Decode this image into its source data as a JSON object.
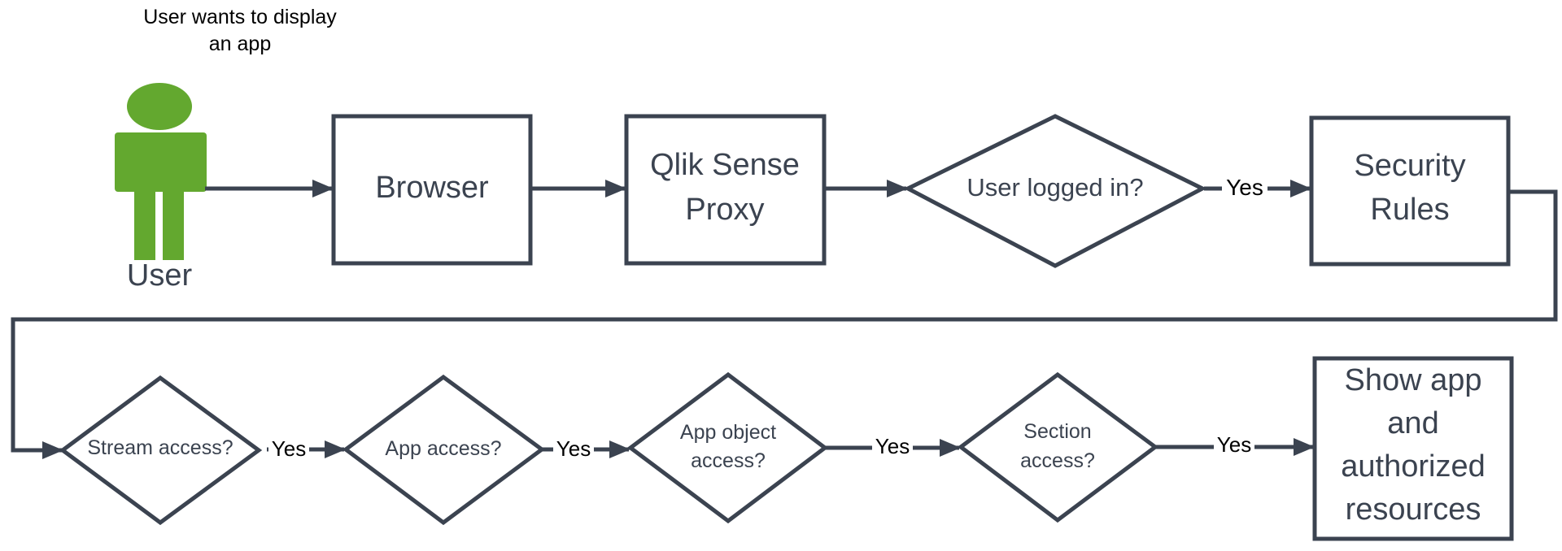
{
  "colors": {
    "stroke": "#3b4350",
    "text": "#3b4350",
    "user_figure": "#63a82f",
    "edge_label": "#000000"
  },
  "caption": {
    "line1": "User wants to display",
    "line2": "an app"
  },
  "actor": {
    "icon": "person-icon",
    "label": "User"
  },
  "nodes": {
    "browser": {
      "label": "Browser"
    },
    "proxy": {
      "line1": "Qlik Sense",
      "line2": "Proxy"
    },
    "logged_in": {
      "label": "User logged in?"
    },
    "security_rules": {
      "line1": "Security",
      "line2": "Rules"
    },
    "stream_access": {
      "label": "Stream access?"
    },
    "app_access": {
      "label": "App access?"
    },
    "app_object_access": {
      "line1": "App object",
      "line2": "access?"
    },
    "section_access": {
      "line1": "Section",
      "line2": "access?"
    },
    "show_app": {
      "line1": "Show app",
      "line2": "and",
      "line3": "authorized",
      "line4": "resources"
    }
  },
  "edge_labels": {
    "yes_1": "Yes",
    "yes_2": "Yes",
    "yes_3": "Yes",
    "yes_4": "Yes",
    "yes_5": "Yes"
  }
}
